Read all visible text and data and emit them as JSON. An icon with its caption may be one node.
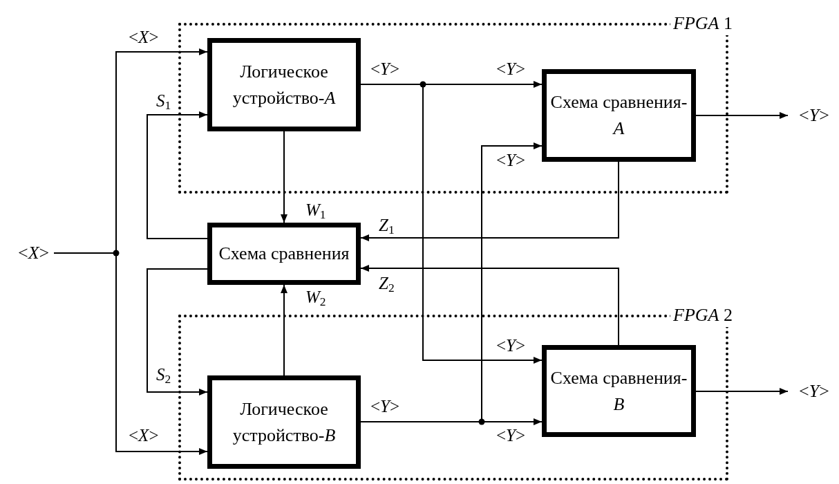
{
  "diagram": {
    "nodes": [
      {
        "text": [
          "*FPGA* 1"
        ]
      },
      {
        "text": [
          "Логическое устройство-*A*"
        ],
        "in": 0
      },
      {
        "text": [
          "Схема сравнения-*A*"
        ],
        "in": 0
      },
      {
        "text": [
          "Схема сравнения"
        ]
      },
      {
        "text": [
          "*FPGA* 2"
        ]
      },
      {
        "text": [
          "Логическое устройство-*B*"
        ],
        "in": 4
      },
      {
        "text": [
          "Схема сравнения-*B*"
        ],
        "in": 4
      },
      {
        "text": [
          "<*X*>"
        ]
      },
      {
        "text": [
          "<*Y*>"
        ]
      },
      {
        "text": [
          "<*Y*>"
        ]
      }
    ],
    "edges": [
      {
        "from": 7,
        "to": 1,
        "arrow": "to",
        "label": "<*X*>"
      },
      {
        "from": 7,
        "to": 5,
        "arrow": "to",
        "label": "<*X*>"
      },
      {
        "from": 3,
        "to": 1,
        "arrow": "to",
        "label": "*S*$_{1}$"
      },
      {
        "from": 3,
        "to": 5,
        "arrow": "to",
        "label": "*S*$_{2}$"
      },
      {
        "from": 1,
        "to": 3,
        "arrow": "to",
        "label": "*W*$_{1}$"
      },
      {
        "from": 5,
        "to": 3,
        "arrow": "to",
        "label": "*W*$_{2}$"
      },
      {
        "from": 1,
        "to": 2,
        "arrow": "to",
        "label": "<*Y*>"
      },
      {
        "from": 1,
        "to": 6,
        "arrow": "to",
        "label": "<*Y*>"
      },
      {
        "from": 5,
        "to": 6,
        "arrow": "to",
        "label": "<*Y*>"
      },
      {
        "from": 5,
        "to": 2,
        "arrow": "to",
        "label": "<*Y*>"
      },
      {
        "from": 2,
        "to": 3,
        "arrow": "to",
        "label": "*Z*$_{1}$"
      },
      {
        "from": 6,
        "to": 3,
        "arrow": "to",
        "label": "*Z*$_{2}$"
      },
      {
        "from": 2,
        "to": 8,
        "arrow": "to"
      },
      {
        "from": 6,
        "to": 9,
        "arrow": "to"
      }
    ],
    "labels": [
      "<*Y*>",
      "<*Y*>"
    ]
  }
}
